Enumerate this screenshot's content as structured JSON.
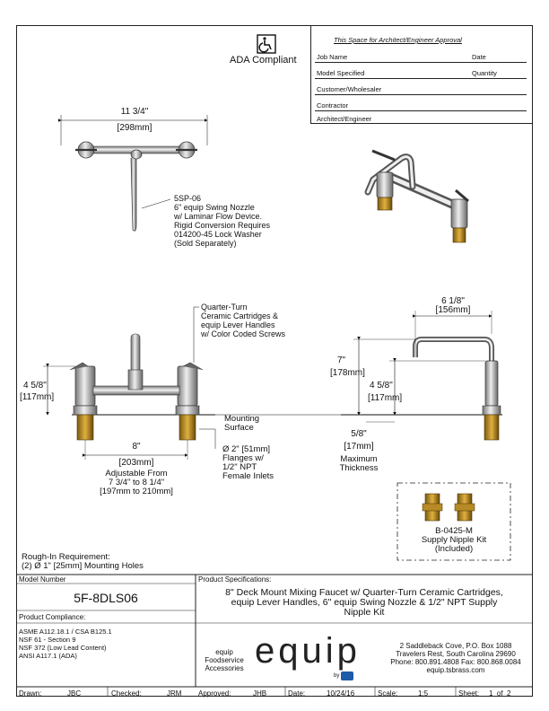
{
  "ada": {
    "label": "ADA Compliant",
    "icon": "wheelchair-icon"
  },
  "approval": {
    "title": "This Space for Architect/Engineer Approval",
    "job_name": "Job Name",
    "date": "Date",
    "model_specified": "Model Specified",
    "quantity": "Quantity",
    "customer": "Customer/Wholesaler",
    "contractor": "Contractor",
    "architect": "Architect/Engineer"
  },
  "top_view": {
    "dim_in": "11 3/4\"",
    "dim_mm": "[298mm]",
    "nozzle_note": [
      "5SP-06",
      "6\" equip Swing Nozzle",
      "w/ Laminar Flow Device.",
      "Rigid Conversion Requires",
      "014200-45 Lock Washer",
      "(Sold Separately)"
    ]
  },
  "front_view": {
    "cartridge_note": [
      "Quarter-Turn",
      "Ceramic Cartridges &",
      "equip Lever Handles",
      "w/ Color Coded Screws"
    ],
    "height_in": "4 5/8\"",
    "height_mm": "[117mm]",
    "width_in": "8\"",
    "width_mm": "[203mm]",
    "adjustable": [
      "Adjustable From",
      "7 3/4\" to 8 1/4\"",
      "[197mm to 210mm]"
    ],
    "mounting": [
      "Mounting",
      "Surface"
    ],
    "flange": [
      "Ø 2\" [51mm]",
      "Flanges w/",
      "1/2\" NPT",
      "Female Inlets"
    ]
  },
  "side_view": {
    "reach_in": "6 1/8\"",
    "reach_mm": "[156mm]",
    "height_in": "7\"",
    "height_mm": "[178mm]",
    "spout_in": "4 5/8\"",
    "spout_mm": "[117mm]",
    "thick_in": "5/8\"",
    "thick_mm": "[17mm]",
    "thick_label": [
      "Maximum",
      "Thickness"
    ]
  },
  "kit": {
    "lines": [
      "B-0425-M",
      "Supply Nipple Kit",
      "(Included)"
    ]
  },
  "rough_in": [
    "Rough-In Requirement:",
    "(2) Ø 1\" [25mm] Mounting Holes"
  ],
  "model": {
    "label": "Model Number",
    "value": "5F-8DLS06"
  },
  "compliance": {
    "label": "Product Compliance:",
    "items": [
      "ASME A112.18.1 / CSA B125.1",
      "NSF 61 - Section 9",
      "NSF 372 (Low Lead Content)",
      "ANSI A117.1 (ADA)"
    ]
  },
  "spec": {
    "label": "Product Specifications:",
    "lines": [
      "8\" Deck Mount Mixing Faucet w/ Quarter-Turn Ceramic Cartridges,",
      "equip Lever Handles, 6\" equip Swing Nozzle & 1/2\" NPT Supply",
      "Nipple Kit"
    ]
  },
  "brand": {
    "small": [
      "equip",
      "Foodservice",
      "Accessories"
    ],
    "logo": "equip",
    "by": "by",
    "address": [
      "2 Saddleback Cove, P.O. Box 1088",
      "Travelers Rest, South Carolina 29690",
      "Phone: 800.891.4808  Fax: 800.868.0084",
      "equip.tsbrass.com"
    ]
  },
  "footer": {
    "drawn_l": "Drawn:",
    "drawn": "JBC",
    "checked_l": "Checked:",
    "checked": "JRM",
    "approved_l": "Approved:",
    "approved": "JHB",
    "date_l": "Date:",
    "date": "10/24/16",
    "scale_l": "Scale:",
    "scale": "1:5",
    "sheet_l": "Sheet:",
    "sheet": "1  of  2"
  }
}
